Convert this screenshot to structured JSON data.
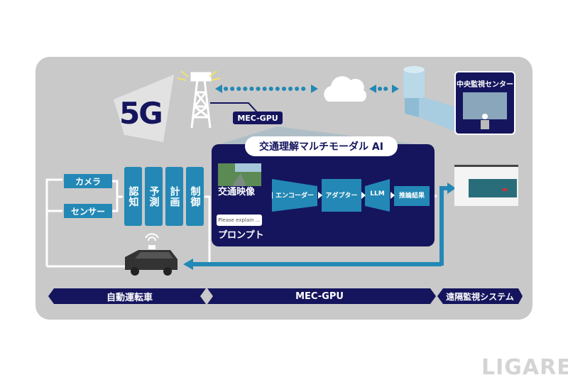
{
  "top": {
    "five_g": "5G",
    "mec_gpu_label": "MEC-GPU",
    "center_label": "中央監視センター"
  },
  "vehicle": {
    "camera": "カメラ",
    "sensor": "センサー",
    "steps": [
      "認知",
      "予測",
      "計画",
      "制御"
    ]
  },
  "ai": {
    "title": "交通理解マルチモーダル AI",
    "video_label": "交通映像",
    "prompt_text": "Please explain …",
    "prompt_label": "プロンプト",
    "encoder": "エンコーダー",
    "adapter": "アダプター",
    "llm": "LLM",
    "result": "推論結果"
  },
  "bottom": {
    "vehicle": "自動運転車",
    "mec": "MEC-GPU",
    "remote": "遠隔監視システム"
  },
  "watermark": "LIGARE",
  "colors": {
    "navy": "#15155e",
    "blue": "#2388b5",
    "panel": "#c9c9c9"
  }
}
